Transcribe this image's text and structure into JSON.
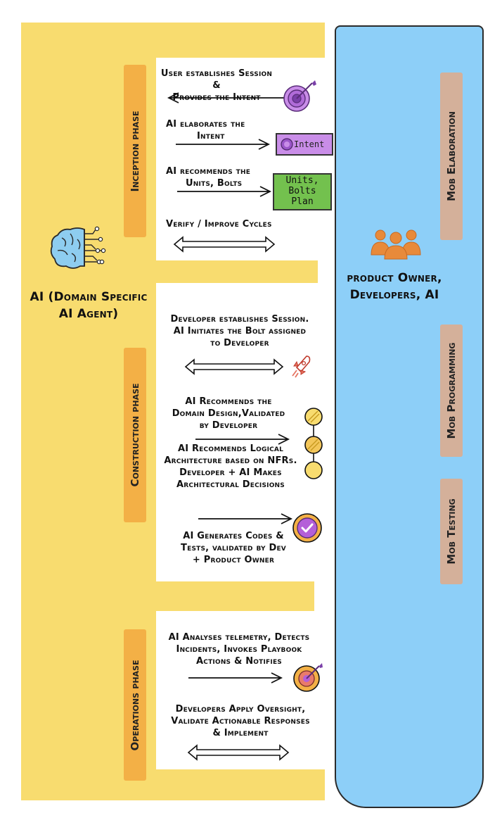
{
  "ai_agent": {
    "line1": "AI (Domain Specific",
    "line2": "AI Agent)"
  },
  "team": {
    "line1": "product Owner,",
    "line2": "Developers, AI"
  },
  "phases": {
    "inception": "Inception phase",
    "construction": "Construction phase",
    "operations": "Operations phase"
  },
  "mob": {
    "elaboration": "Mob Elaboration",
    "programming": "Mob Programming",
    "testing": "Mob Testing"
  },
  "steps": {
    "s1": {
      "l1": "User establishes Session &",
      "l2": "Provides the Intent"
    },
    "s2": {
      "l1": "AI elaborates the",
      "l2": "Intent"
    },
    "s3": {
      "l1": "AI recommends the",
      "l2": "Units, Bolts"
    },
    "s4": {
      "l1": "Verify / Improve Cycles"
    },
    "s5": {
      "l1": "Developer establishes Session.",
      "l2": "AI Initiates the Bolt assigned",
      "l3": "to Developer"
    },
    "s6": {
      "l1": "AI Recommends the",
      "l2": "Domain Design,Validated",
      "l3": "by Developer"
    },
    "s7": {
      "l1": "AI Recommends Logical",
      "l2": "Architecture based on NFRs.",
      "l3": "Developer + AI Makes",
      "l4": "Architectural Decisions"
    },
    "s8": {
      "l1": "AI Generates Codes &",
      "l2": "Tests, validated by Dev",
      "l3": "+ Product Owner"
    },
    "s9": {
      "l1": "AI Analyses telemetry, Detects",
      "l2": "Incidents, Invokes Playbook",
      "l3": "Actions & Notifies"
    },
    "s10": {
      "l1": "Developers Apply Oversight,",
      "l2": "Validate Actionable Responses",
      "l3": "& Implement"
    }
  },
  "artifacts": {
    "intent": "Intent",
    "plan_l1": "Units,",
    "plan_l2": "Bolts",
    "plan_l3": "Plan"
  },
  "colors": {
    "yellow": "#f8dc6f",
    "phase_orange": "#f3b046",
    "blue": "#8dcff8",
    "mob_tan": "#d4b09a",
    "person_orange": "#e88a3a"
  },
  "icons": [
    "brain-circuit-icon",
    "target-icon",
    "rocket-icon",
    "milestone-circles-icon",
    "check-badge-icon",
    "people-group-icon"
  ]
}
